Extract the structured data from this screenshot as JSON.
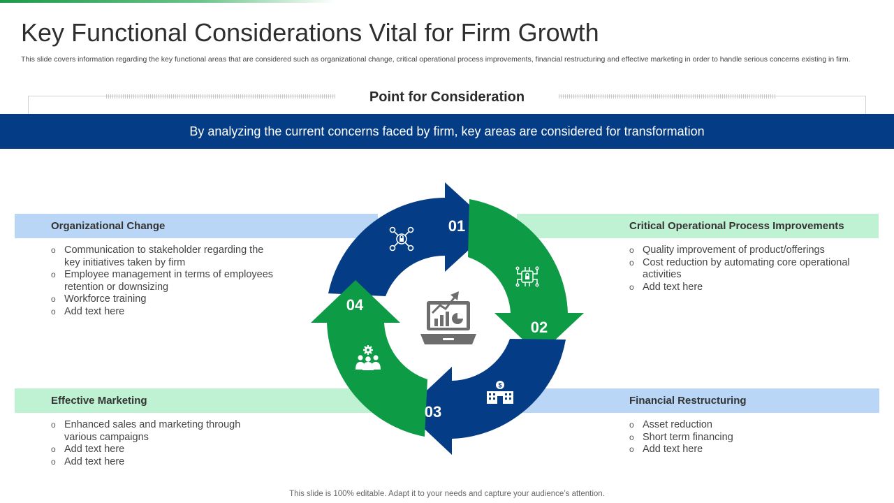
{
  "slide": {
    "title": "Key Functional Considerations Vital for Firm Growth",
    "subtitle": "This slide covers information regarding the key functional areas that are considered such as organizational change, critical operational process improvements, financial restructuring and effective marketing in order to handle serious concerns existing in firm.",
    "consideration_title": "Point for Consideration",
    "banner_text": "By analyzing the current concerns faced by firm, key areas are considered for transformation",
    "footer": "This slide is 100% editable. Adapt it to your needs and capture your audience’s attention."
  },
  "cycle": {
    "steps": [
      {
        "number": "01",
        "icon": "network-lock-icon",
        "color": "#043d85"
      },
      {
        "number": "02",
        "icon": "circuit-lock-icon",
        "color": "#0d9b46"
      },
      {
        "number": "03",
        "icon": "bank-building-icon",
        "color": "#043d85"
      },
      {
        "number": "04",
        "icon": "team-gear-icon",
        "color": "#0d9b46"
      }
    ],
    "center_icon": "laptop-analytics-icon"
  },
  "areas": [
    {
      "title": "Organizational Change",
      "band_color": "#b9d6f7",
      "bullets": [
        "Communication to stakeholder regarding the key initiatives taken by firm",
        "Employee management in terms of employees retention or downsizing",
        "Workforce training",
        "Add text here"
      ]
    },
    {
      "title": "Critical Operational Process Improvements",
      "band_color": "#bff2d2",
      "bullets": [
        "Quality improvement of product/offerings",
        "Cost reduction by automating core operational activities",
        "Add text here"
      ]
    },
    {
      "title": "Effective Marketing",
      "band_color": "#bff2d2",
      "bullets": [
        "Enhanced sales and marketing through various campaigns",
        "Add text here",
        "Add text here"
      ]
    },
    {
      "title": "Financial Restructuring",
      "band_color": "#b9d6f7",
      "bullets": [
        "Asset reduction",
        "Short term financing",
        "Add text here"
      ]
    }
  ],
  "colors": {
    "navy": "#043d85",
    "green": "#0d9b46",
    "icon_gray": "#6d6d6d"
  }
}
